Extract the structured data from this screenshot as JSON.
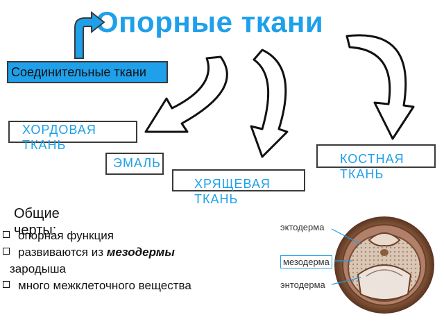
{
  "title": "Опорные ткани",
  "connective": "Соединительные ткани",
  "tissues": {
    "chord": "ХОРДОВАЯ ТКАНЬ",
    "enamel": "ЭМАЛЬ",
    "cartilage": "ХРЯЩЕВАЯ ТКАНЬ",
    "bone": "КОСТНАЯ ТКАНЬ"
  },
  "common": {
    "title": "Общие черты:",
    "items": [
      "опорная функция",
      "развиваются из ",
      "мезодермы",
      "зародыша",
      "много межклеточного вещества"
    ]
  },
  "embryo": {
    "ectoderm": "эктодерма",
    "mesoderm": "мезодерма",
    "endoderm": "энтодерма"
  },
  "colors": {
    "accent": "#1ea0ea",
    "outline": "#3a3a3a"
  }
}
